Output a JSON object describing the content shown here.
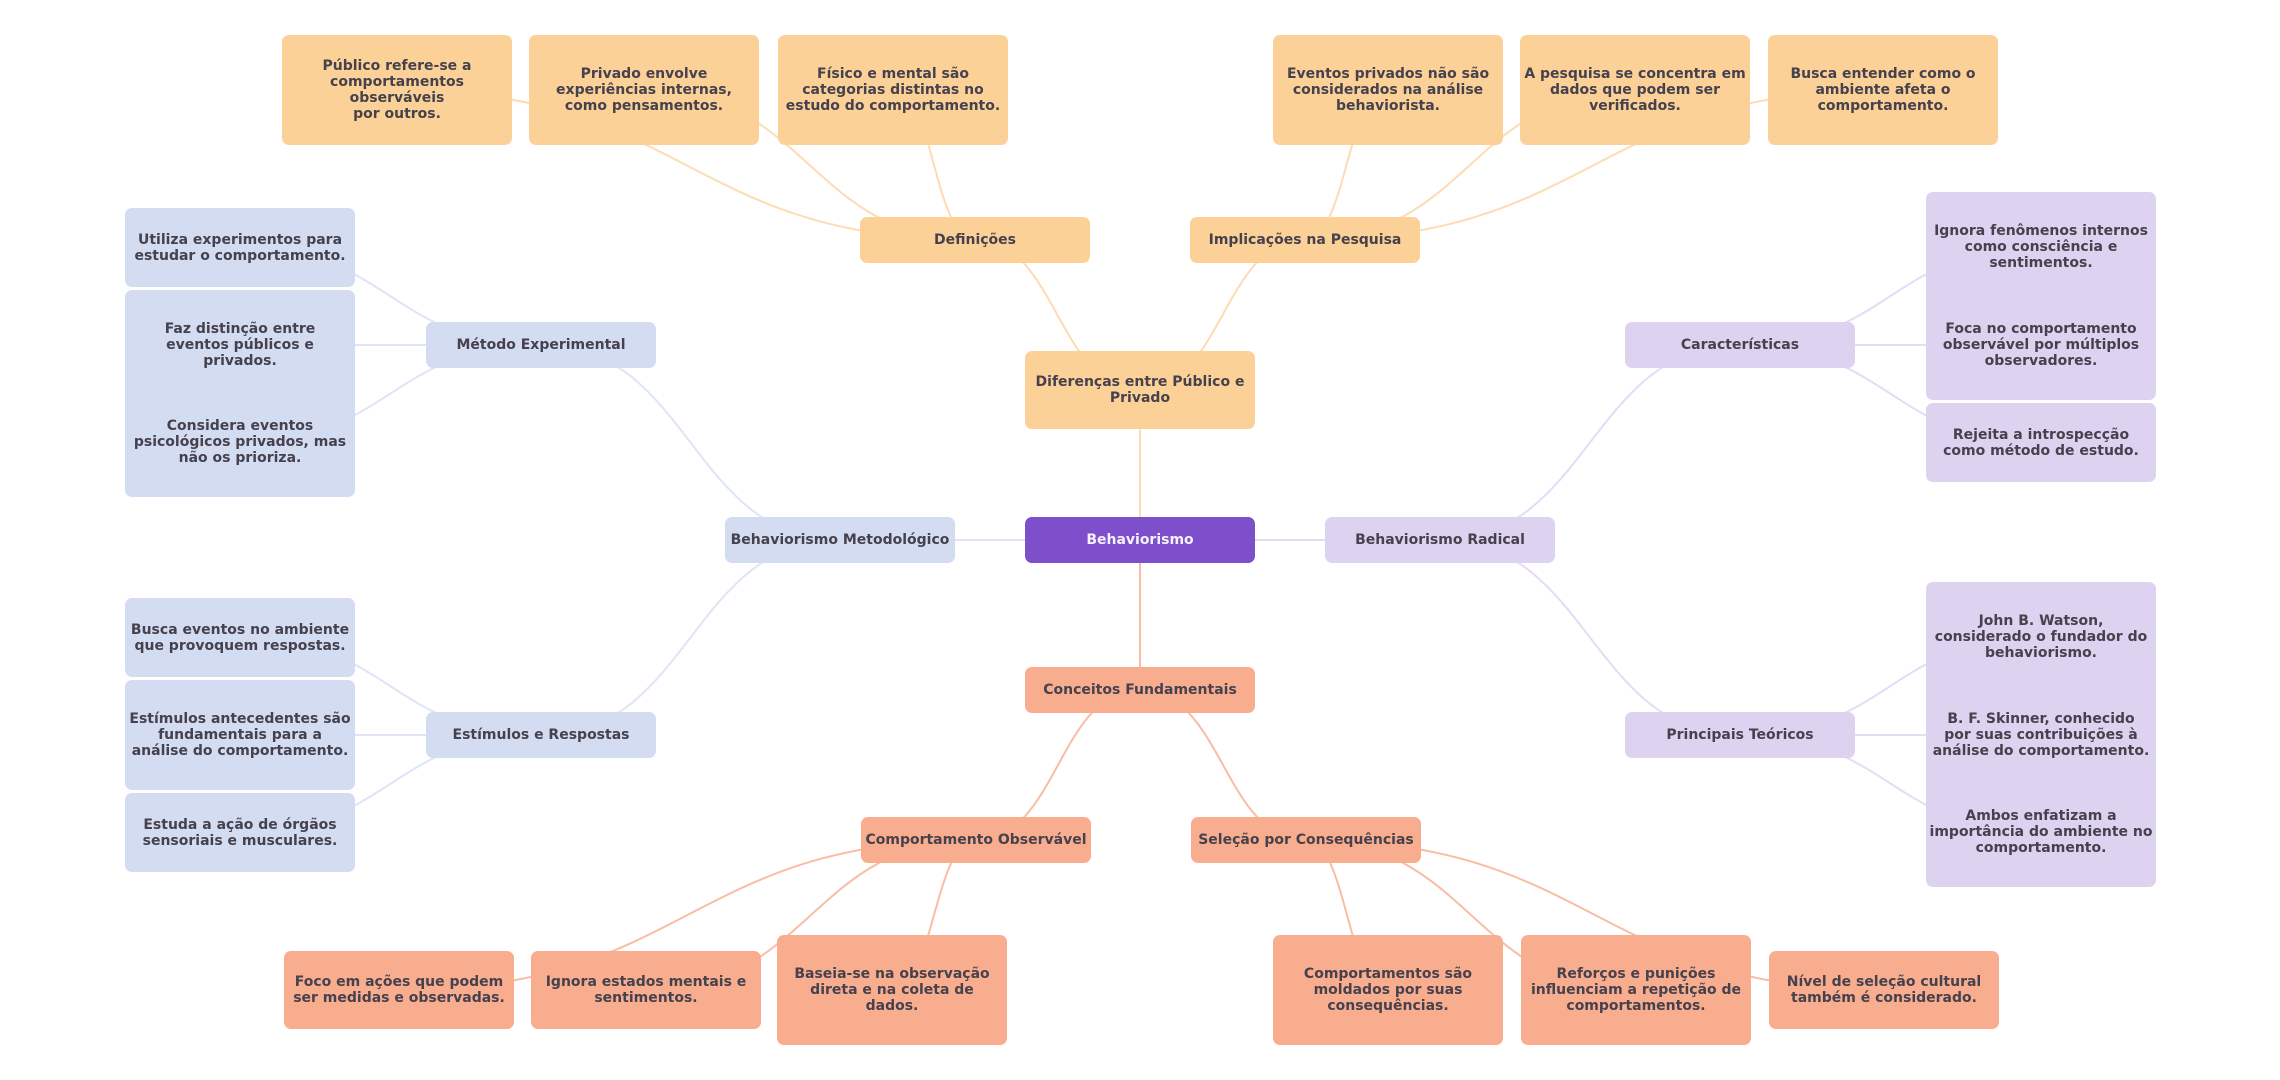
{
  "title": "Behaviorismo",
  "palette": {
    "root": {
      "fill": "#7e4fcb",
      "text": "#f6f1ff"
    },
    "orange": {
      "fill": "#fcd197",
      "line": "#fddcb4"
    },
    "blue": {
      "fill": "#d4dcf2",
      "line": "#dfe5f6"
    },
    "purple": {
      "fill": "#ddd3f0",
      "line": "#e4dcf5"
    },
    "salmon": {
      "fill": "#f9ad8f",
      "line": "#f9bda5"
    },
    "text": "#45414d"
  },
  "nodes": [
    {
      "id": "root",
      "label": "Behaviorismo",
      "parent": null,
      "branch": "root"
    },
    {
      "id": "diferencas",
      "label": "Diferenças entre Público e\nPrivado",
      "parent": "root",
      "branch": "orange"
    },
    {
      "id": "definicoes",
      "label": "Definições",
      "parent": "diferencas",
      "branch": "orange"
    },
    {
      "id": "def-publico",
      "label": "Público refere-se a\ncomportamentos observáveis\npor outros.",
      "parent": "definicoes",
      "branch": "orange"
    },
    {
      "id": "def-privado",
      "label": "Privado envolve\nexperiências internas,\ncomo pensamentos.",
      "parent": "definicoes",
      "branch": "orange"
    },
    {
      "id": "def-fisico",
      "label": "Físico e mental são\ncategorias distintas no\nestudo do comportamento.",
      "parent": "definicoes",
      "branch": "orange"
    },
    {
      "id": "implicacoes",
      "label": "Implicações na Pesquisa",
      "parent": "diferencas",
      "branch": "orange"
    },
    {
      "id": "imp-eventos",
      "label": "Eventos privados não são\nconsiderados na análise\nbehaviorista.",
      "parent": "implicacoes",
      "branch": "orange"
    },
    {
      "id": "imp-pesquisa",
      "label": "A pesquisa se concentra em\ndados que podem ser\nverificados.",
      "parent": "implicacoes",
      "branch": "orange"
    },
    {
      "id": "imp-ambiente",
      "label": "Busca entender como o\nambiente afeta o\ncomportamento.",
      "parent": "implicacoes",
      "branch": "orange"
    },
    {
      "id": "metodologico",
      "label": "Behaviorismo Metodológico",
      "parent": "root",
      "branch": "blue"
    },
    {
      "id": "metodo",
      "label": "Método Experimental",
      "parent": "metodologico",
      "branch": "blue"
    },
    {
      "id": "met-utiliza",
      "label": "Utiliza experimentos para\nestudar o comportamento.",
      "parent": "metodo",
      "branch": "blue"
    },
    {
      "id": "met-distincao",
      "label": "Faz distinção entre\neventos públicos e\nprivados.",
      "parent": "metodo",
      "branch": "blue"
    },
    {
      "id": "met-considera",
      "label": "Considera eventos\npsicológicos privados, mas\nnão os prioriza.",
      "parent": "metodo",
      "branch": "blue"
    },
    {
      "id": "estimulos",
      "label": "Estímulos e Respostas",
      "parent": "metodologico",
      "branch": "blue"
    },
    {
      "id": "est-busca",
      "label": "Busca eventos no ambiente\nque provoquem respostas.",
      "parent": "estimulos",
      "branch": "blue"
    },
    {
      "id": "est-antecedentes",
      "label": "Estímulos antecedentes são\nfundamentais para a\nanálise do comportamento.",
      "parent": "estimulos",
      "branch": "blue"
    },
    {
      "id": "est-orgaos",
      "label": "Estuda a ação de órgãos\nsensoriais e musculares.",
      "parent": "estimulos",
      "branch": "blue"
    },
    {
      "id": "radical",
      "label": "Behaviorismo Radical",
      "parent": "root",
      "branch": "purple"
    },
    {
      "id": "caracteristicas",
      "label": "Características",
      "parent": "radical",
      "branch": "purple"
    },
    {
      "id": "car-ignora",
      "label": "Ignora fenômenos internos\ncomo consciência e\nsentimentos.",
      "parent": "caracteristicas",
      "branch": "purple"
    },
    {
      "id": "car-foca",
      "label": "Foca no comportamento\nobservável por múltiplos\nobservadores.",
      "parent": "caracteristicas",
      "branch": "purple"
    },
    {
      "id": "car-rejeita",
      "label": "Rejeita a introspecção\ncomo método de estudo.",
      "parent": "caracteristicas",
      "branch": "purple"
    },
    {
      "id": "teoricos",
      "label": "Principais Teóricos",
      "parent": "radical",
      "branch": "purple"
    },
    {
      "id": "teo-watson",
      "label": "John B. Watson,\nconsiderado o fundador do\nbehaviorismo.",
      "parent": "teoricos",
      "branch": "purple"
    },
    {
      "id": "teo-skinner",
      "label": "B. F. Skinner, conhecido\npor suas contribuições à\nanálise do comportamento.",
      "parent": "teoricos",
      "branch": "purple"
    },
    {
      "id": "teo-ambos",
      "label": "Ambos enfatizam a\nimportância do ambiente no\ncomportamento.",
      "parent": "teoricos",
      "branch": "purple"
    },
    {
      "id": "conceitos",
      "label": "Conceitos Fundamentais",
      "parent": "root",
      "branch": "salmon"
    },
    {
      "id": "observavel",
      "label": "Comportamento Observável",
      "parent": "conceitos",
      "branch": "salmon"
    },
    {
      "id": "obs-foco",
      "label": "Foco em ações que podem\nser medidas e observadas.",
      "parent": "observavel",
      "branch": "salmon"
    },
    {
      "id": "obs-ignora",
      "label": "Ignora estados mentais e\nsentimentos.",
      "parent": "observavel",
      "branch": "salmon"
    },
    {
      "id": "obs-baseia",
      "label": "Baseia-se na observação\ndireta e na coleta de\ndados.",
      "parent": "observavel",
      "branch": "salmon"
    },
    {
      "id": "selecao",
      "label": "Seleção por Consequências",
      "parent": "conceitos",
      "branch": "salmon"
    },
    {
      "id": "sel-moldados",
      "label": "Comportamentos são\nmoldados por suas\nconsequências.",
      "parent": "selecao",
      "branch": "salmon"
    },
    {
      "id": "sel-reforcos",
      "label": "Reforços e punições\ninfluenciam a repetição de\ncomportamentos.",
      "parent": "selecao",
      "branch": "salmon"
    },
    {
      "id": "sel-cultural",
      "label": "Nível de seleção cultural\ntambém é considerado.",
      "parent": "selecao",
      "branch": "salmon"
    }
  ]
}
